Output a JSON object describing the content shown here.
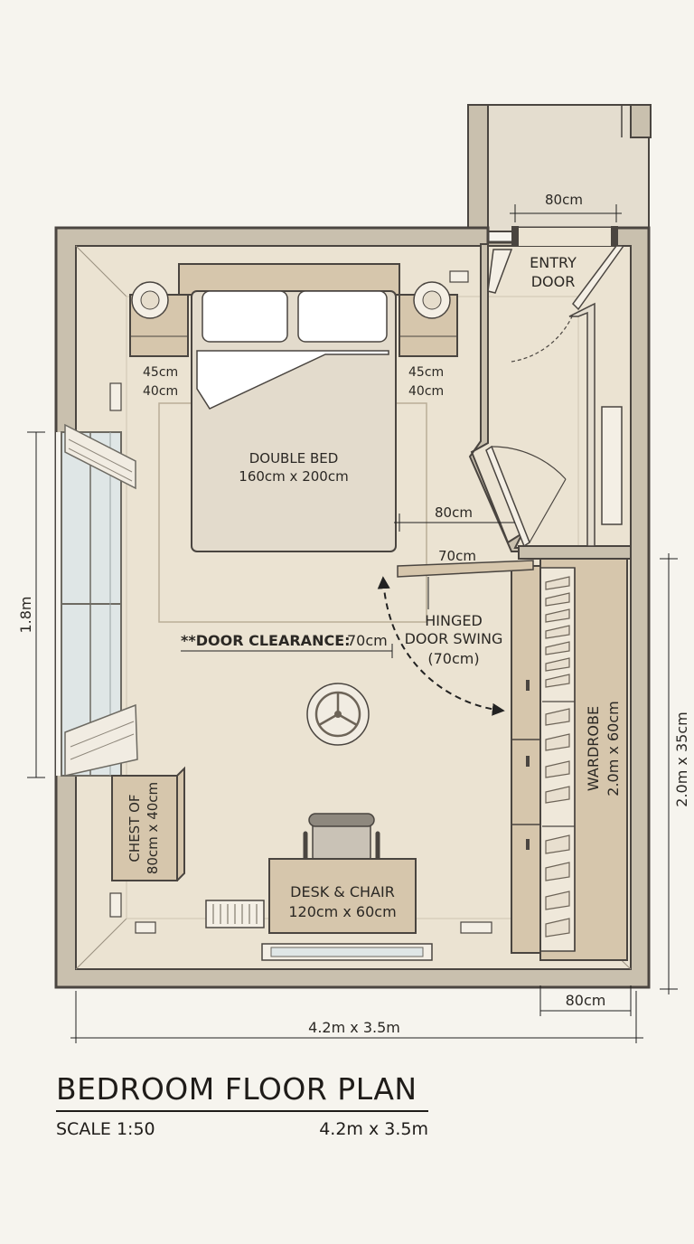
{
  "title": "BEDROOM FLOOR PLAN",
  "scale": "SCALE 1:50",
  "overall_size": "4.2m x 3.5m",
  "labels": {
    "bed_line1": "DOUBLE BED",
    "bed_line2": "160cm x 200cm",
    "nightstand_left_1": "45cm",
    "nightstand_left_2": "40cm",
    "nightstand_right_1": "45cm",
    "nightstand_right_2": "40cm",
    "entry_line1": "ENTRY",
    "entry_line2": "DOOR",
    "entry_width": "80cm",
    "bed_clearance": "80cm",
    "swing_offset": "70cm",
    "door_clearance_label": "**DOOR CLEARANCE:",
    "door_clearance_value": "70cm",
    "hinged_1": "HINGED",
    "hinged_2": "DOOR SWING",
    "hinged_3": "(70cm)",
    "window_height": "1.8m",
    "wardrobe_line1": "WARDROBE",
    "wardrobe_line2": "2.0m x 60cm",
    "wardrobe_height": "2.0m x 35cm",
    "chest_line1": "CHEST OF",
    "chest_line2": "80cm x 40cm",
    "desk_line1": "DESK & CHAIR",
    "desk_line2": "120cm x 60cm",
    "bottom_right_dim": "80cm",
    "bottom_dim": "4.2m x 3.5m"
  },
  "colors": {
    "wall": "#c9c0ae",
    "wall_stroke": "#4a4540",
    "floor": "#ebe3d2",
    "furniture": "#d6c6ac",
    "bed_cover": "#e3dbcc",
    "accent": "#8a7a66"
  }
}
